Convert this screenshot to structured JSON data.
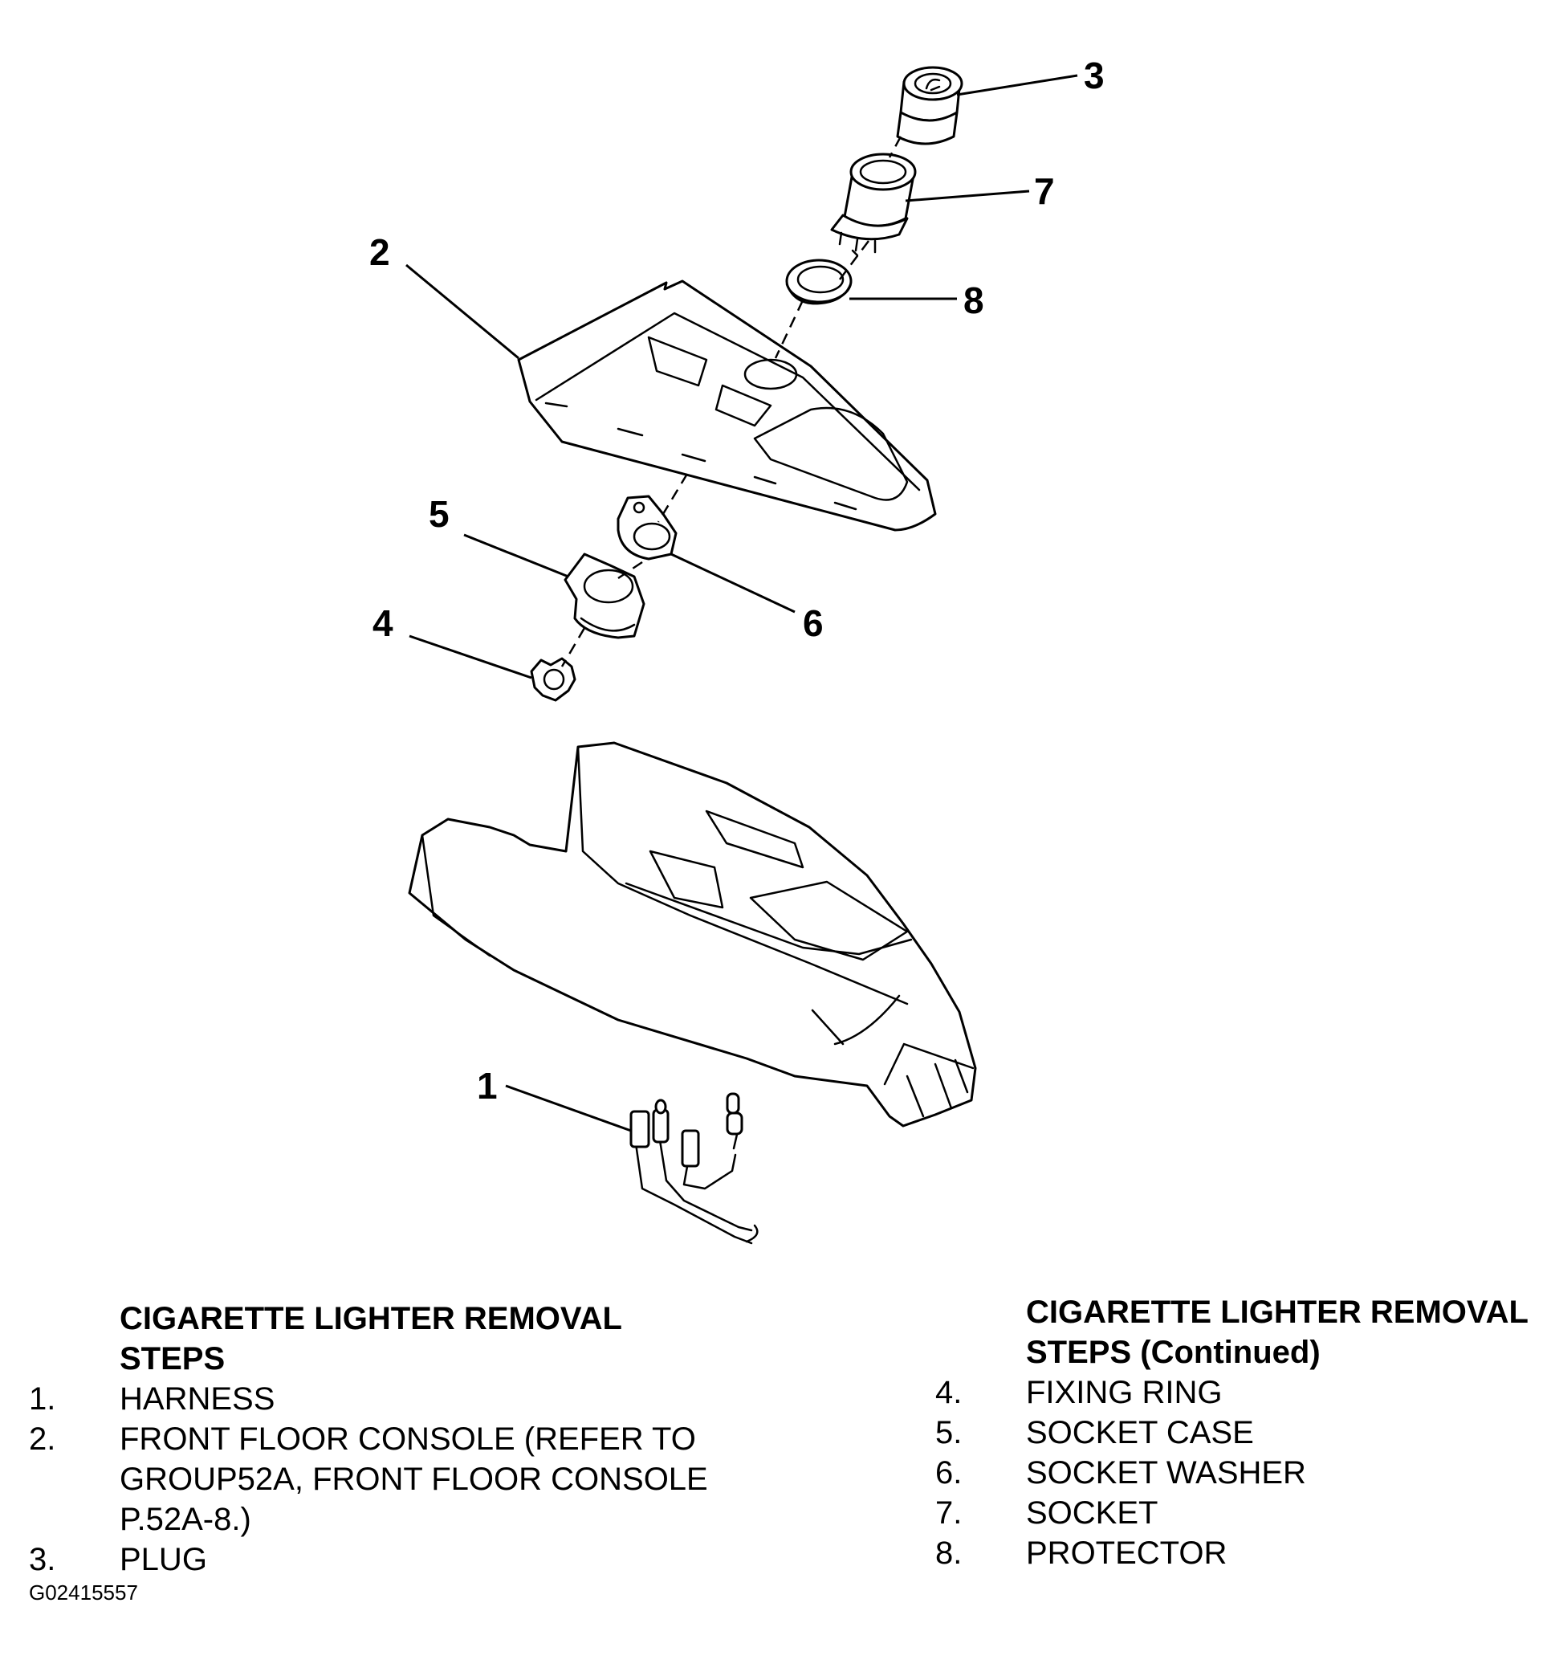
{
  "callouts": {
    "c1": "1",
    "c2": "2",
    "c3": "3",
    "c4": "4",
    "c5": "5",
    "c6": "6",
    "c7": "7",
    "c8": "8"
  },
  "steps_left": {
    "heading_line1": "CIGARETTE LIGHTER REMOVAL",
    "heading_line2": "STEPS",
    "items": [
      {
        "num": "1.",
        "lines": [
          "HARNESS"
        ]
      },
      {
        "num": "2.",
        "lines": [
          "FRONT FLOOR CONSOLE (REFER TO",
          "GROUP52A, FRONT FLOOR CONSOLE",
          "P.52A-8.)"
        ]
      },
      {
        "num": "3.",
        "lines": [
          "PLUG"
        ]
      }
    ]
  },
  "steps_right": {
    "heading_line1": "CIGARETTE LIGHTER REMOVAL",
    "heading_line2": "STEPS (Continued)",
    "items": [
      {
        "num": "4.",
        "lines": [
          "FIXING RING"
        ]
      },
      {
        "num": "5.",
        "lines": [
          "SOCKET CASE"
        ]
      },
      {
        "num": "6.",
        "lines": [
          "SOCKET WASHER"
        ]
      },
      {
        "num": "7.",
        "lines": [
          "SOCKET"
        ]
      },
      {
        "num": "8.",
        "lines": [
          "PROTECTOR"
        ]
      }
    ]
  },
  "figure_code": "G02415557"
}
